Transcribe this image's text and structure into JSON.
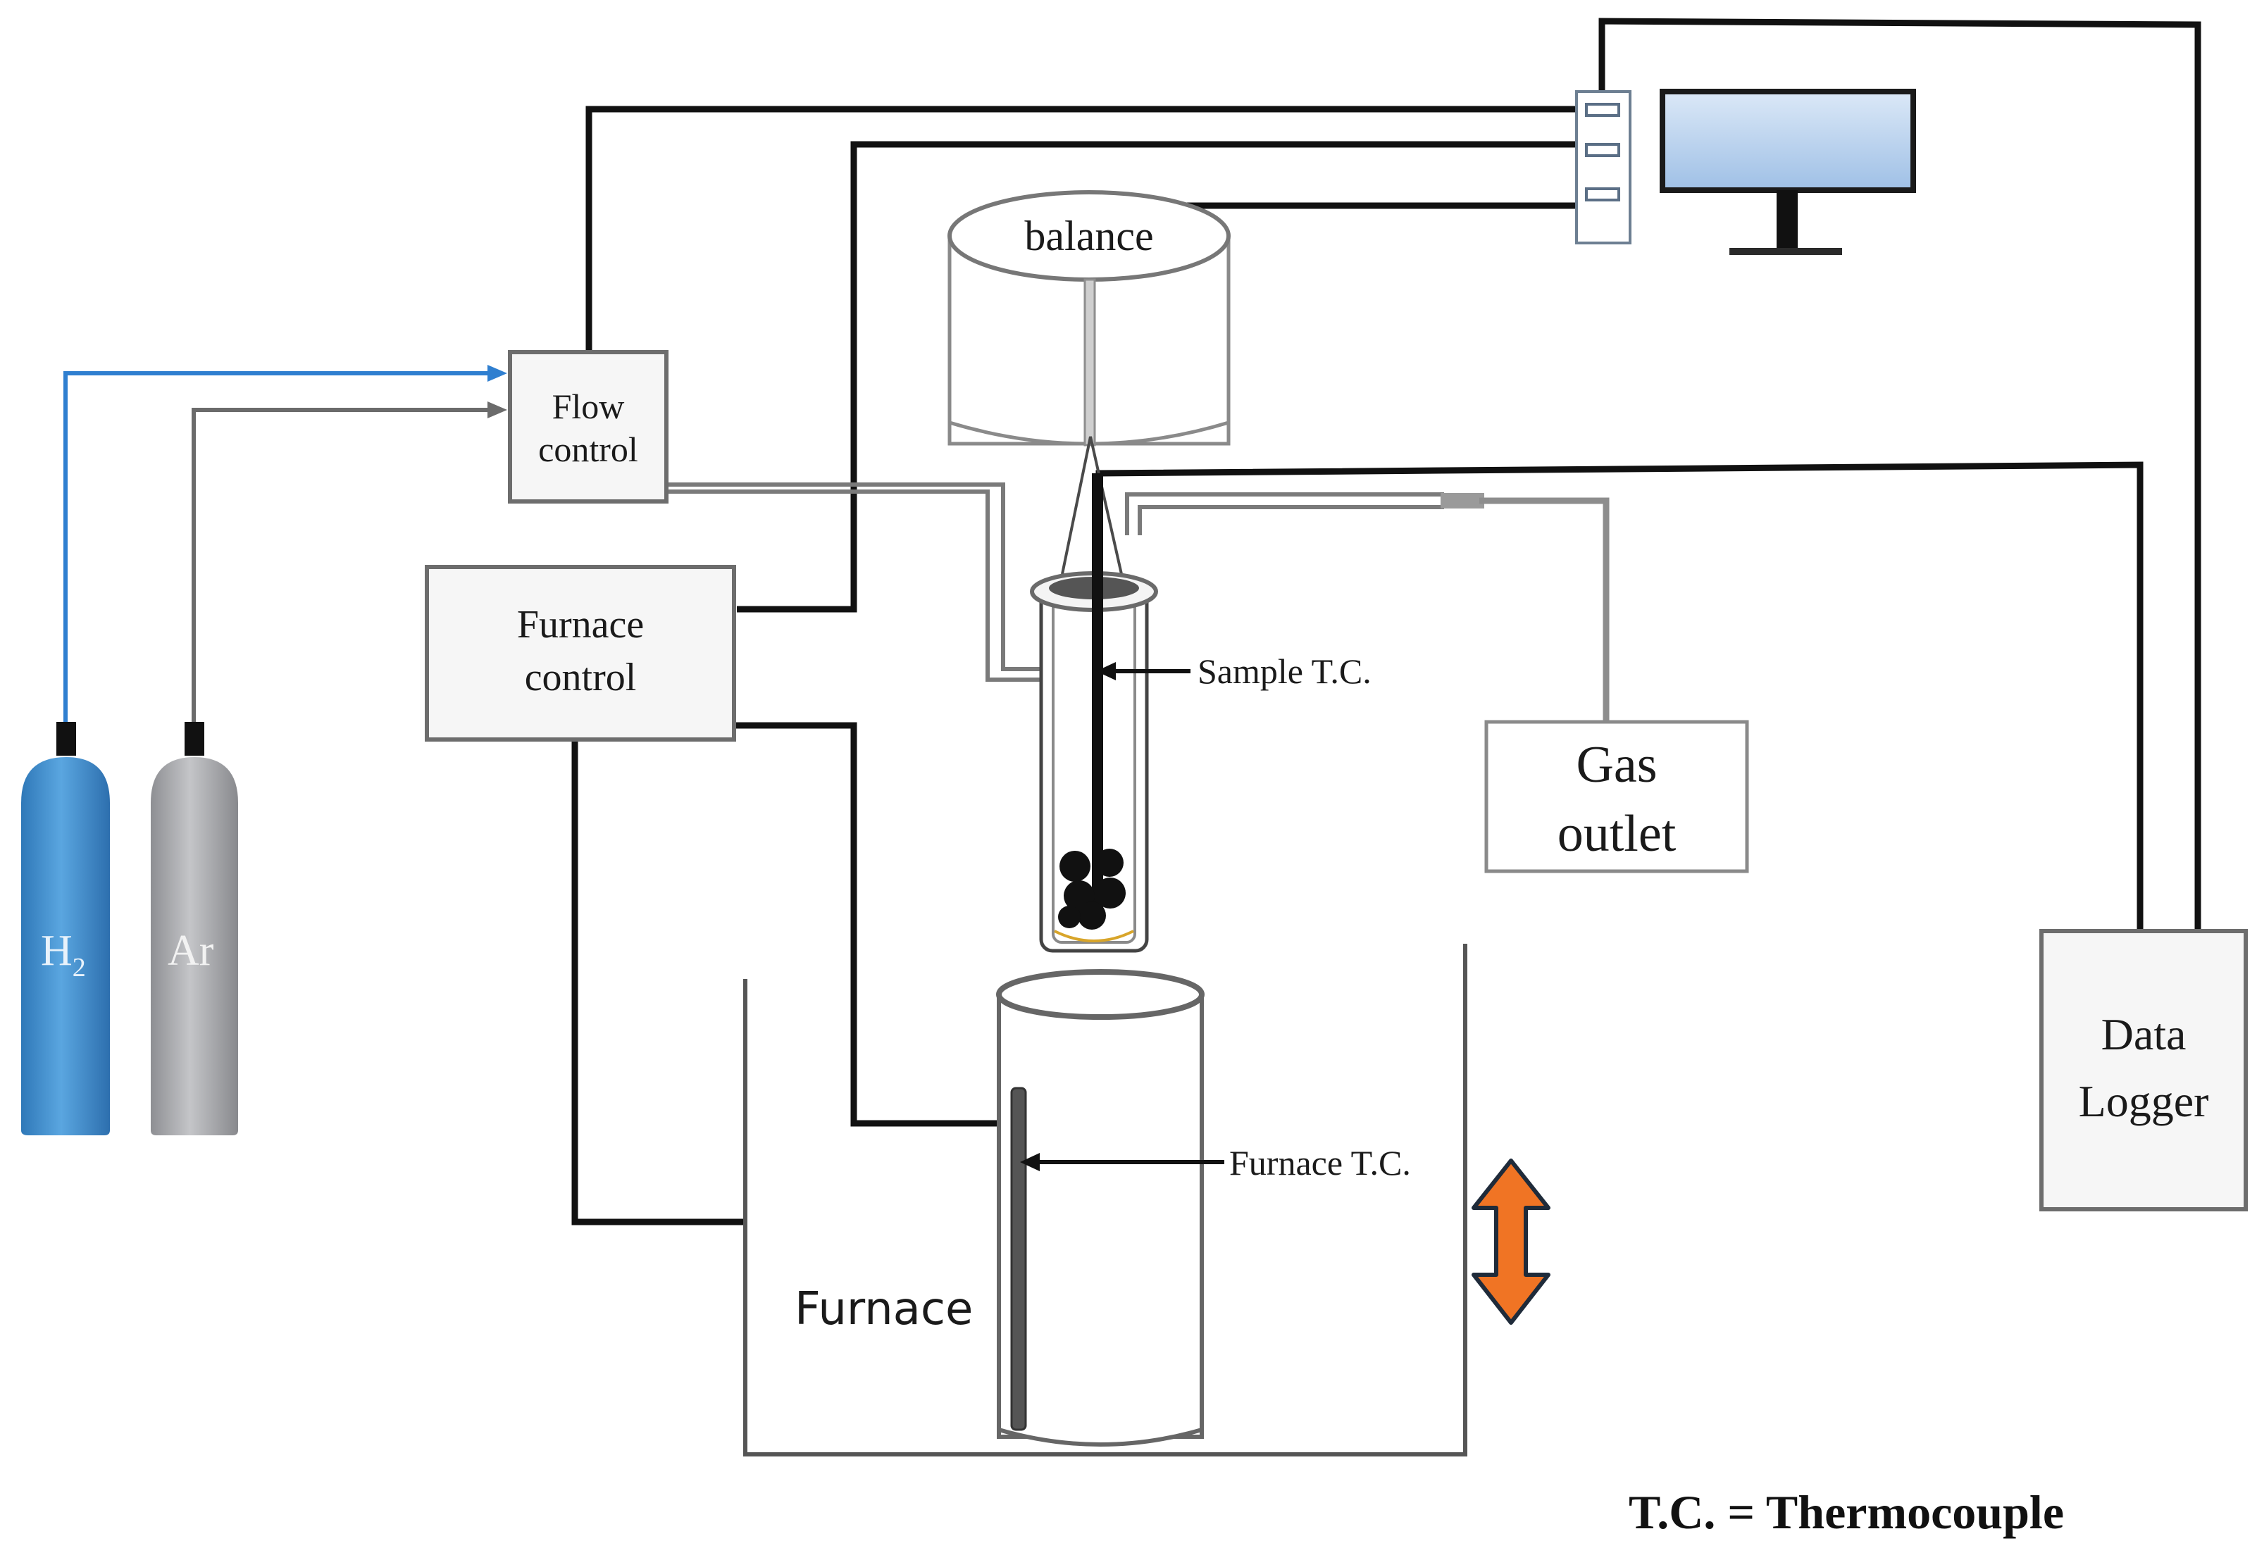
{
  "labels": {
    "balance": "balance",
    "flow_control_line1": "Flow",
    "flow_control_line2": "control",
    "furnace_control_line1": "Furnace",
    "furnace_control_line2": "control",
    "sample_tc": "Sample T.C.",
    "furnace_tc": "Furnace T.C.",
    "gas_outlet_line1": "Gas",
    "gas_outlet_line2": "outlet",
    "data_logger_line1": "Data",
    "data_logger_line2": "Logger",
    "furnace": "Furnace",
    "h2_main": "H",
    "h2_sub": "2",
    "ar": "Ar",
    "legend": "T.C. = Thermocouple"
  },
  "colors": {
    "h2_cylinder": "#3f8fcf",
    "ar_cylinder": "#a8a9ad",
    "h2_line": "#2f7fd0",
    "monitor_screen": "#b9d3ef",
    "arrow": "#f07424"
  }
}
